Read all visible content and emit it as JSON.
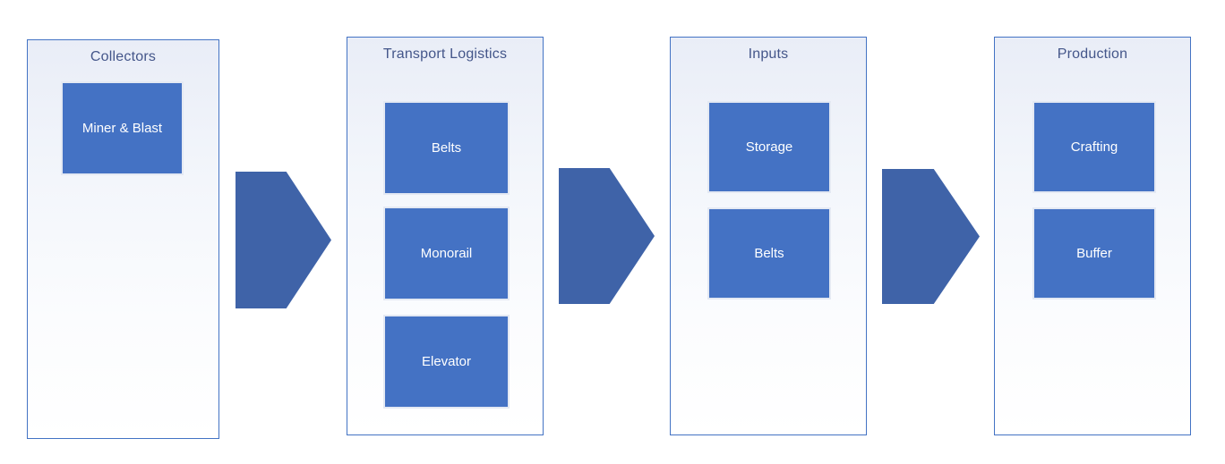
{
  "diagram": {
    "columns": [
      {
        "title": "Collectors",
        "boxes": [
          {
            "label": "Miner & Blast"
          }
        ]
      },
      {
        "title": "Transport Logistics",
        "boxes": [
          {
            "label": "Belts"
          },
          {
            "label": "Monorail"
          },
          {
            "label": "Elevator"
          }
        ]
      },
      {
        "title": "Inputs",
        "boxes": [
          {
            "label": "Storage"
          },
          {
            "label": "Belts"
          }
        ]
      },
      {
        "title": "Production",
        "boxes": [
          {
            "label": "Crafting"
          },
          {
            "label": "Buffer"
          }
        ]
      }
    ],
    "arrows": [
      {
        "icon": "arrow-right-icon"
      },
      {
        "icon": "arrow-right-icon"
      },
      {
        "icon": "arrow-right-icon"
      }
    ],
    "colors": {
      "box_fill": "#4472C4",
      "arrow_fill": "#3F63A8",
      "container_border": "#4373C4",
      "container_gradient_top": "#E9EDF7",
      "container_gradient_bottom": "#FFFFFF",
      "box_border": "#E4E9F3",
      "title_text": "#44568A",
      "box_text": "#FFFFFF"
    }
  }
}
